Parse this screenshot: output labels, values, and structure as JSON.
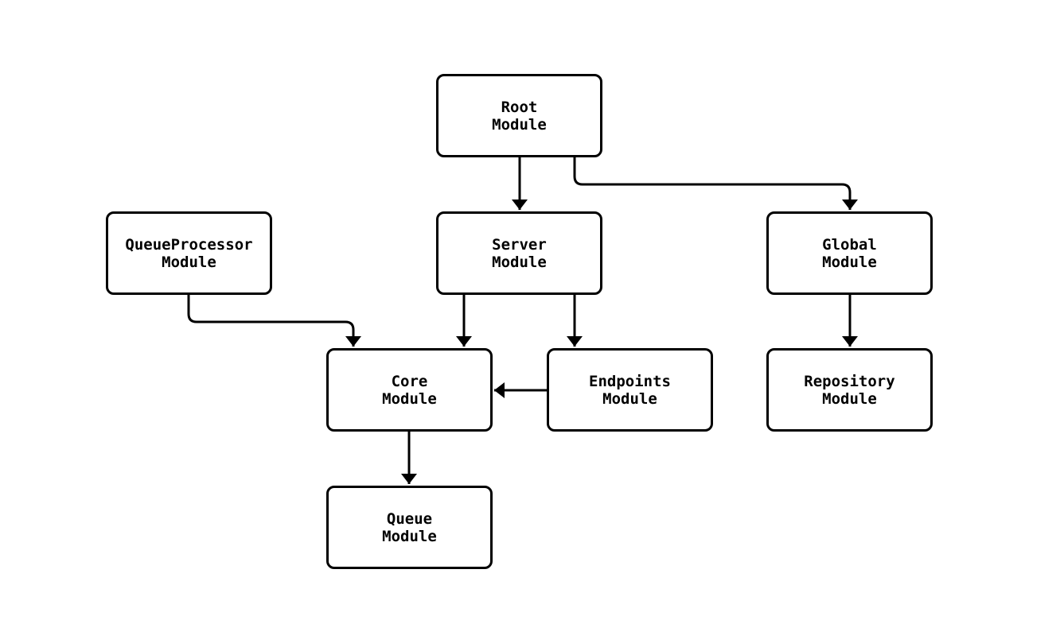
{
  "diagram": {
    "type": "flowchart",
    "background_color": "#ffffff",
    "node_fill_color": "#ffffff",
    "line_color": "#000000",
    "text_color": "#000000",
    "nodes": [
      {
        "id": "root",
        "line1": "Root",
        "line2": "Module"
      },
      {
        "id": "queueprocessor",
        "line1": "QueueProcessor",
        "line2": "Module"
      },
      {
        "id": "server",
        "line1": "Server",
        "line2": "Module"
      },
      {
        "id": "global",
        "line1": "Global",
        "line2": "Module"
      },
      {
        "id": "core",
        "line1": "Core",
        "line2": "Module"
      },
      {
        "id": "endpoints",
        "line1": "Endpoints",
        "line2": "Module"
      },
      {
        "id": "repository",
        "line1": "Repository",
        "line2": "Module"
      },
      {
        "id": "queue",
        "line1": "Queue",
        "line2": "Module"
      }
    ],
    "edges": [
      {
        "from": "Root Module",
        "to": "Server Module"
      },
      {
        "from": "Root Module",
        "to": "Global Module"
      },
      {
        "from": "QueueProcessor Module",
        "to": "Core Module"
      },
      {
        "from": "Server Module",
        "to": "Core Module"
      },
      {
        "from": "Server Module",
        "to": "Endpoints Module"
      },
      {
        "from": "Endpoints Module",
        "to": "Core Module"
      },
      {
        "from": "Global Module",
        "to": "Repository Module"
      },
      {
        "from": "Core Module",
        "to": "Queue Module"
      }
    ]
  }
}
